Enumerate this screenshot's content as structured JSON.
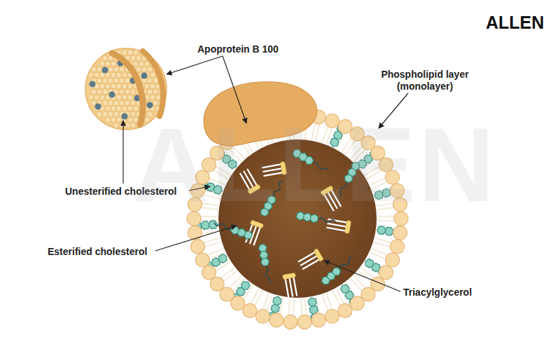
{
  "diagram": {
    "labels": [
      "Apoprotein B 100",
      "Phospholipid layer (monolayer)",
      "Unesterified cholesterol",
      "Esterified cholesterol",
      "Triacylglycerol",
      "ALLEN",
      "ALLEN"
    ]
  }
}
